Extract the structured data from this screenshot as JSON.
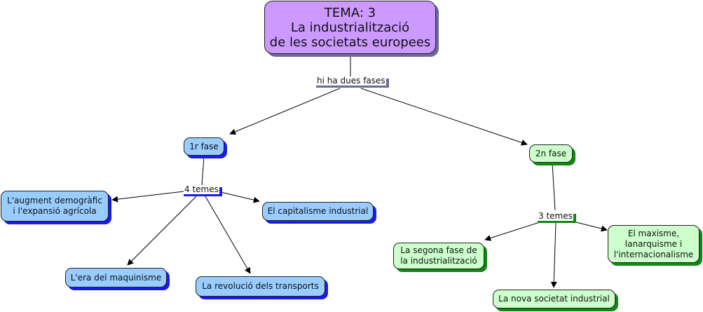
{
  "colors": {
    "main_fill": "#cc99ff",
    "main_shadow": "#6a6a9a",
    "phase1_fill": "#99ccff",
    "phase1_shadow": "#1a1aee",
    "phase2_fill": "#ccffcc",
    "phase2_shadow": "#118811"
  },
  "main_topic": {
    "text": "TEMA: 3\nLa industrialització\nde les societats europees"
  },
  "root_link_label": "hi ha dues fases",
  "phase1": {
    "label": "1r fase",
    "link_label": "4 temes",
    "topics": [
      "L'augment demogràfic\n i l'expansió agrícola",
      "El capitalisme industrial",
      "L'era del maquinisme",
      "La revolució dels transports"
    ]
  },
  "phase2": {
    "label": "2n fase",
    "link_label": "3 temes",
    "topics": [
      "La segona fase de\nla industrialització",
      "La nova societat industrial",
      "El maxisme,\nlanarquisme i\nl'internacionalisme"
    ]
  }
}
